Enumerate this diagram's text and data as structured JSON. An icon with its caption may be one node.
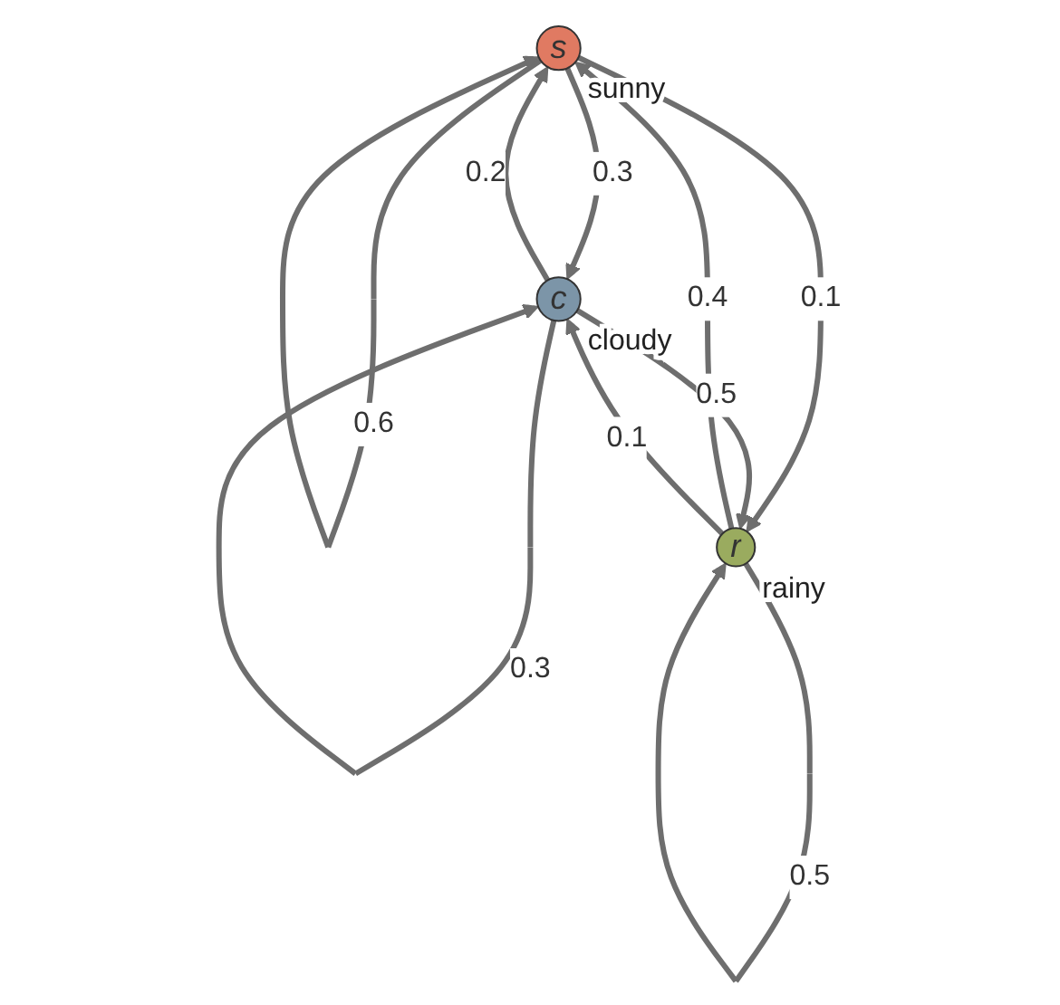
{
  "diagram": {
    "nodes": [
      {
        "text": [
          "s"
        ],
        "beside": [
          "sunny"
        ]
      },
      {
        "text": [
          "c"
        ],
        "beside": [
          "cloudy"
        ]
      },
      {
        "text": [
          "r"
        ],
        "beside": [
          "rainy"
        ]
      }
    ],
    "edges": [
      {
        "from": 0,
        "to": 0,
        "arrow": "to",
        "label": "0.6"
      },
      {
        "from": 0,
        "to": 1,
        "arrow": "to",
        "label": "0.3"
      },
      {
        "from": 1,
        "to": 0,
        "arrow": "to",
        "label": "0.2"
      },
      {
        "from": 0,
        "to": 2,
        "arrow": "to",
        "label": "0.1"
      },
      {
        "from": 2,
        "to": 0,
        "arrow": "to",
        "label": "0.4"
      },
      {
        "from": 2,
        "to": 1,
        "arrow": "to",
        "label": "0.1"
      },
      {
        "from": 1,
        "to": 2,
        "arrow": "to",
        "label": "0.5"
      },
      {
        "from": 1,
        "to": 1,
        "arrow": "to",
        "label": "0.3"
      },
      {
        "from": 2,
        "to": 2,
        "arrow": "to",
        "label": "0.5"
      }
    ]
  }
}
